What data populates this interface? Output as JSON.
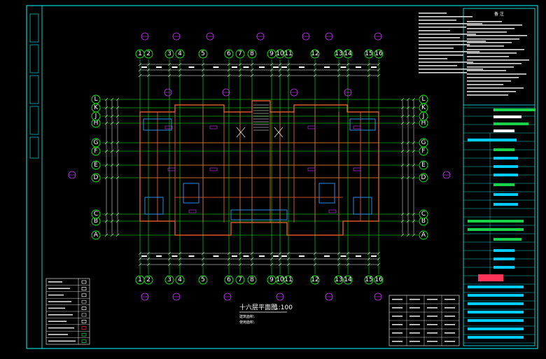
{
  "drawing": {
    "title": "十六层平面图",
    "scale": "1:100",
    "area_line_1": "建筑面积：",
    "area_line_2": "使用面积："
  },
  "axes": {
    "columns": [
      "1",
      "2",
      "3",
      "4",
      "5",
      "6",
      "7",
      "8",
      "9",
      "10",
      "11",
      "12",
      "13",
      "14",
      "15",
      "16"
    ],
    "rows": [
      "A",
      "B",
      "C",
      "D",
      "E",
      "F",
      "G",
      "H",
      "J",
      "K",
      "L"
    ]
  },
  "colors": {
    "background": "#000000",
    "border": "#00ffff",
    "grid": "#00ff00",
    "wall": "#ff6633",
    "axis_bubble": "#cc33ff",
    "dimension": "#ffffff",
    "window": "#3399ff",
    "title_block_green": "#19d24a",
    "title_block_cyan": "#00ccff",
    "stamp": "#ff3355"
  },
  "legend": {
    "rows": 10
  },
  "area_table": {
    "rows": 6,
    "cols": 4
  },
  "title_block": {
    "header": "备 注"
  }
}
